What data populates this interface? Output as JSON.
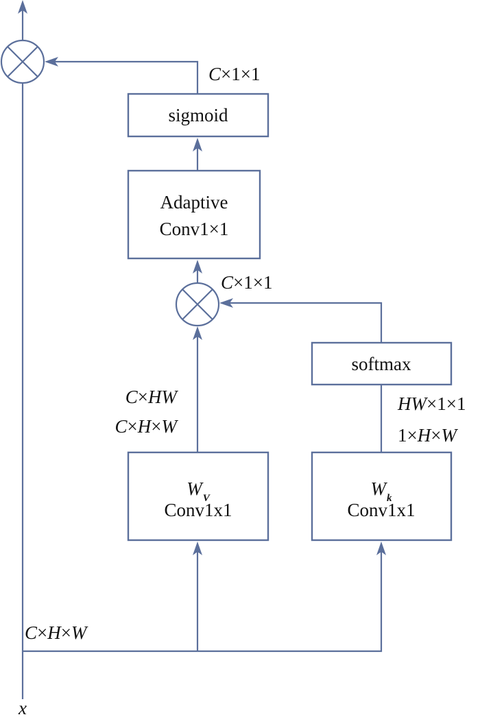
{
  "diagram": {
    "type": "attention block flow",
    "colors": {
      "line": "#5b6f9b",
      "text": "#111111",
      "background": "#ffffff"
    },
    "input_label": "x",
    "operators": [
      {
        "id": "mul-top",
        "symbol": "multiply-circle"
      },
      {
        "id": "mul-mid",
        "symbol": "multiply-circle"
      }
    ],
    "boxes": {
      "sigmoid": {
        "label": "sigmoid"
      },
      "adaptive": {
        "line1": "Adaptive",
        "line2": "Conv1×1"
      },
      "softmax": {
        "label": "softmax"
      },
      "wv": {
        "weight": "W",
        "sub": "V",
        "line2": "Conv1x1"
      },
      "wk": {
        "weight": "W",
        "sub": "k",
        "line2": "Conv1x1"
      }
    },
    "dims": {
      "sigmoid_out": {
        "a": "C",
        "b": "×1×1"
      },
      "mid_in": {
        "a": "C",
        "b": "×1×1"
      },
      "wv_out_1": {
        "a": "C",
        "b": "×",
        "c": "HW"
      },
      "wv_out_2": {
        "a": "C",
        "b": "×",
        "c": "H",
        "d": "×",
        "e": "W"
      },
      "wk_out_1": {
        "a": "HW",
        "b": "×1×1"
      },
      "wk_out_2": {
        "a": "1×",
        "b": "H",
        "c": "×",
        "d": "W"
      },
      "input": {
        "a": "C",
        "b": "×",
        "c": "H",
        "d": "×",
        "e": "W"
      }
    }
  }
}
